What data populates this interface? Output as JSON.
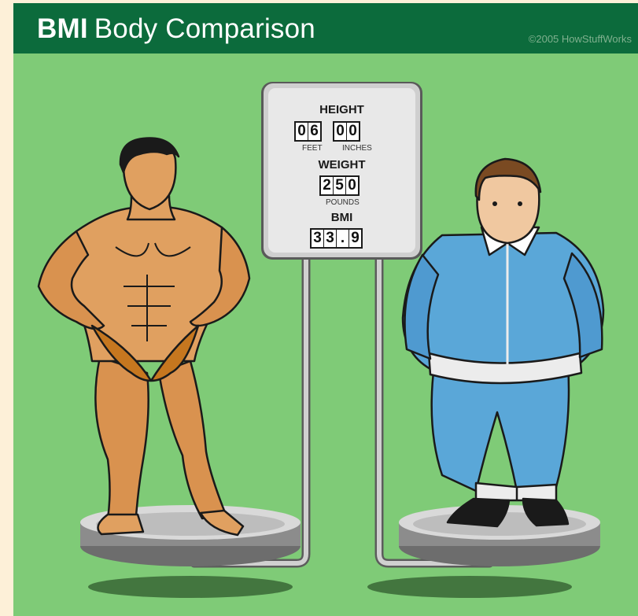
{
  "header": {
    "title_bold": "BMI",
    "title_rest": "Body Comparison",
    "copyright": "©2005 HowStuffWorks"
  },
  "gauge": {
    "height_label": "HEIGHT",
    "feet_digits": [
      "0",
      "6"
    ],
    "inches_digits": [
      "0",
      "0"
    ],
    "feet_label": "FEET",
    "inches_label": "INCHES",
    "weight_label": "WEIGHT",
    "weight_digits": [
      "2",
      "5",
      "0"
    ],
    "pounds_label": "POUNDS",
    "bmi_label": "BMI",
    "bmi_digits": [
      "3",
      "3",
      ".",
      "9"
    ]
  },
  "colors": {
    "background": "#7fcb77",
    "header": "#0c6b3c",
    "skin": "#e0a060",
    "tracksuit": "#5aa7d8"
  },
  "icons": [
    "muscular-man-figure",
    "overweight-man-figure",
    "scale-platform",
    "scale-display"
  ]
}
